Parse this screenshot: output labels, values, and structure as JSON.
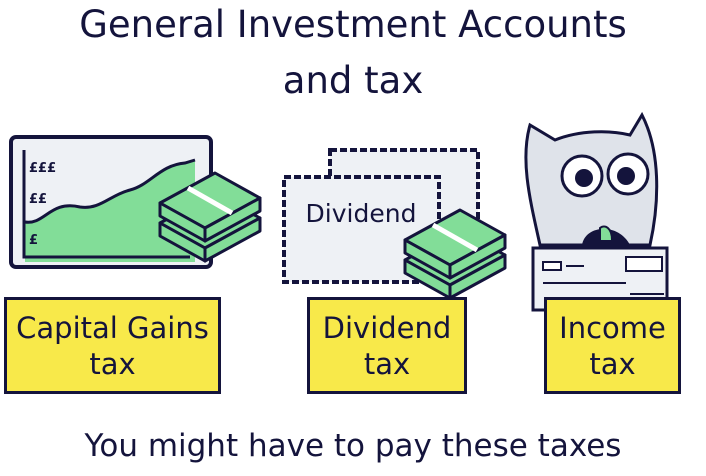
{
  "title": {
    "line1": "General Investment Accounts",
    "line2": "and tax"
  },
  "illustrations": {
    "chart_labels": [
      "£££",
      "££",
      "£"
    ],
    "stamp_label": "Dividend"
  },
  "boxes": [
    {
      "line1": "Capital Gains",
      "line2": "tax"
    },
    {
      "line1": "Dividend",
      "line2": "tax"
    },
    {
      "line1": "Income",
      "line2": "tax"
    }
  ],
  "footer": "You might have to pay these taxes",
  "colors": {
    "ink": "#14143c",
    "green": "#82dd98",
    "yellow": "#f8e94a",
    "panel": "#eef1f5"
  }
}
